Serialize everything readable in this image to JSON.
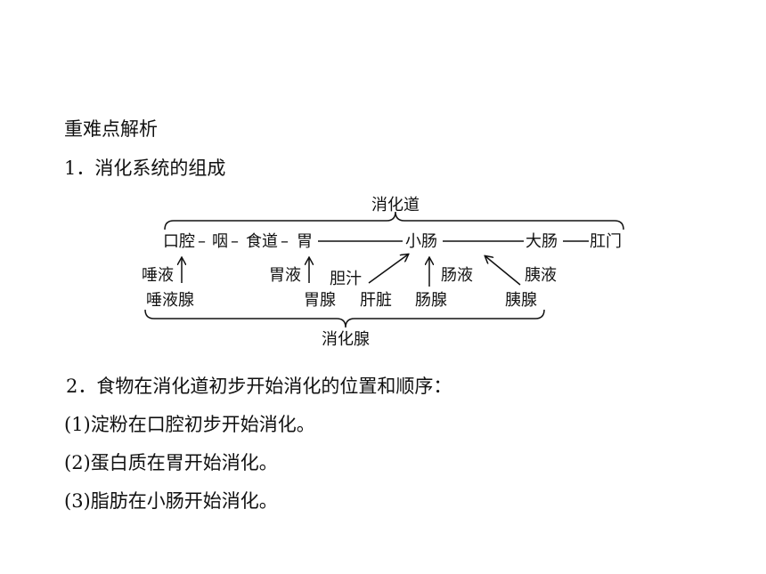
{
  "section_title": "重难点解析",
  "item1": "1．消化系统的组成",
  "diagram": {
    "tract_label": "消化道",
    "glands_label": "消化腺",
    "tract": {
      "mouth": "口腔",
      "sep1": "–",
      "pharynx": "咽",
      "sep2": "–",
      "esophagus": "食道",
      "sep3": "–",
      "stomach": "胃",
      "small_intestine": "小肠",
      "large_intestine": "大肠",
      "anus": "肛门"
    },
    "juices": {
      "saliva": "唾液",
      "gastric": "胃液",
      "bile": "胆汁",
      "intestinal": "肠液",
      "pancreatic": "胰液"
    },
    "glands": {
      "salivary": "唾液腺",
      "gastric": "胃腺",
      "liver": "肝脏",
      "intestinal": "肠腺",
      "pancreas": "胰腺"
    }
  },
  "item2": "2．食物在消化道初步开始消化的位置和顺序：",
  "points": [
    "(1)淀粉在口腔初步开始消化。",
    "(2)蛋白质在胃开始消化。",
    "(3)脂肪在小肠开始消化。"
  ]
}
